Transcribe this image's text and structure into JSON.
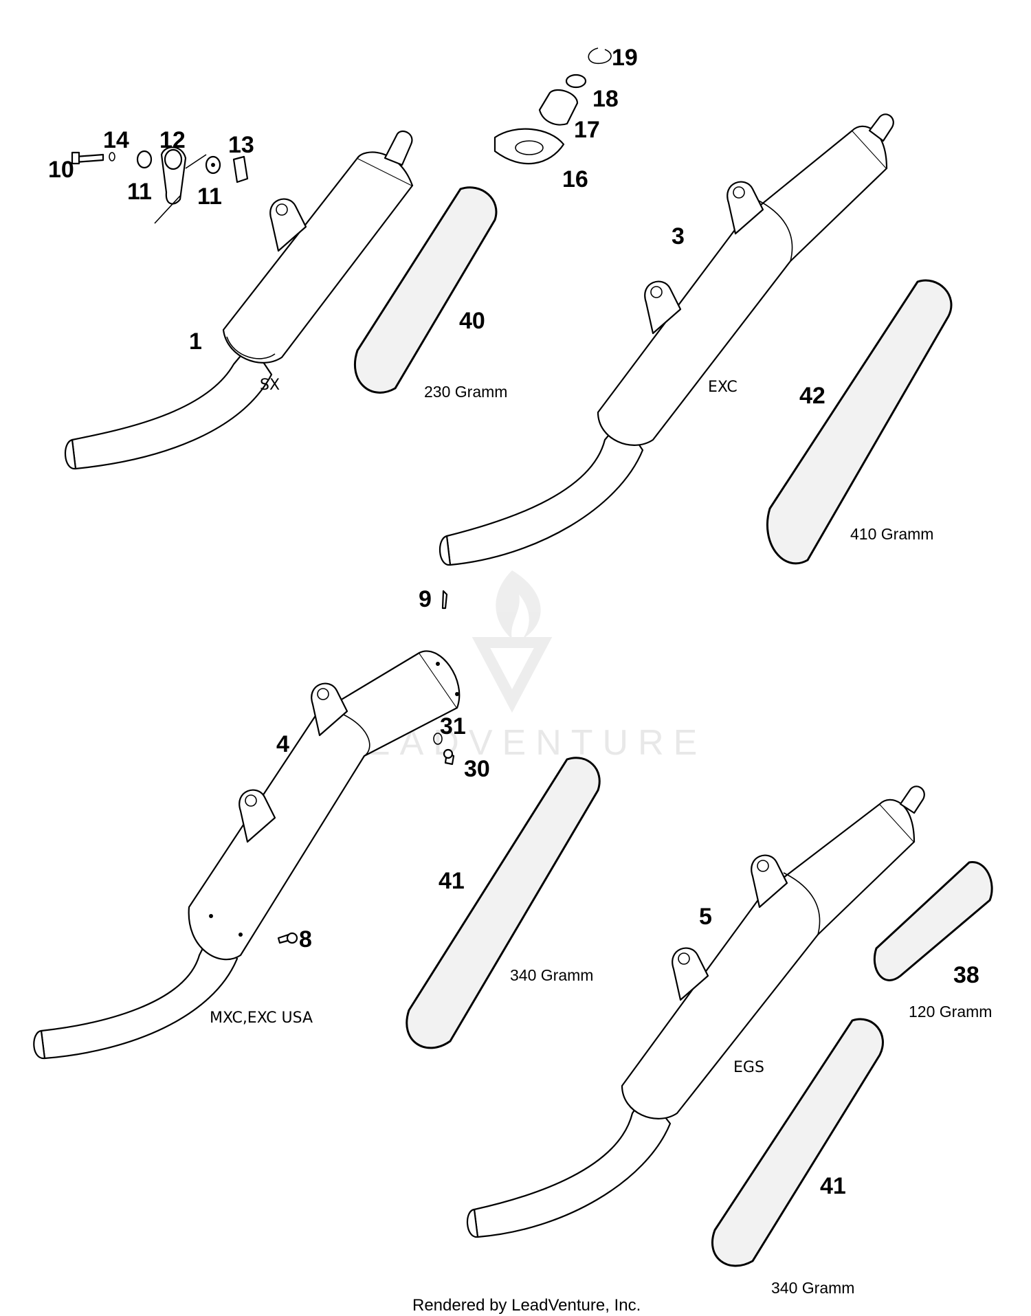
{
  "parts": {
    "p1": "1",
    "p3": "3",
    "p4": "4",
    "p5": "5",
    "p8": "8",
    "p9": "9",
    "p10": "10",
    "p11a": "11",
    "p11b": "11",
    "p12": "12",
    "p13": "13",
    "p14": "14",
    "p16": "16",
    "p17": "17",
    "p18": "18",
    "p19": "19",
    "p30": "30",
    "p31": "31",
    "p38": "38",
    "p40": "40",
    "p41a": "41",
    "p41b": "41",
    "p42": "42"
  },
  "variants": {
    "sx": "SX",
    "exc": "EXC",
    "mxc": "MXC,EXC USA",
    "egs": "EGS"
  },
  "weights": {
    "w40": "230 Gramm",
    "w42": "410 Gramm",
    "w41a": "340 Gramm",
    "w38": "120 Gramm",
    "w41b": "340 Gramm"
  },
  "watermark": "LEADVENTURE",
  "footer": "Rendered by LeadVenture, Inc."
}
